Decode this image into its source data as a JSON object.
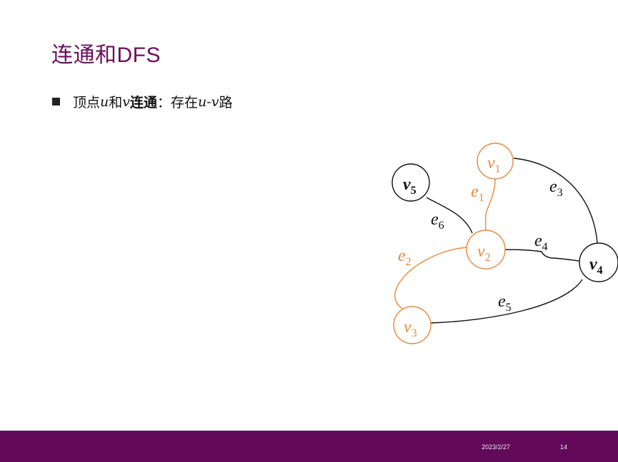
{
  "title": {
    "prefix": "连通和",
    "suffix": "DFS"
  },
  "bullet": {
    "t1": "顶点",
    "u": "u",
    "t2": "和",
    "v": "v",
    "bold": "连通",
    "t3": "：存在",
    "uv": "u-v",
    "t4": "路"
  },
  "graph": {
    "colors": {
      "highlight": "#e58a3c",
      "normal": "#111111"
    },
    "nodes": [
      {
        "id": "v1",
        "base": "v",
        "sub": "1",
        "color": "highlight"
      },
      {
        "id": "v2",
        "base": "v",
        "sub": "2",
        "color": "highlight"
      },
      {
        "id": "v3",
        "base": "v",
        "sub": "3",
        "color": "highlight"
      },
      {
        "id": "v4",
        "base": "v",
        "sub": "4",
        "color": "normal"
      },
      {
        "id": "v5",
        "base": "v",
        "sub": "5",
        "color": "normal"
      }
    ],
    "edges": [
      {
        "id": "e1",
        "base": "e",
        "sub": "1",
        "from": "v1",
        "to": "v2",
        "color": "highlight"
      },
      {
        "id": "e2",
        "base": "e",
        "sub": "2",
        "from": "v2",
        "to": "v3",
        "color": "highlight"
      },
      {
        "id": "e3",
        "base": "e",
        "sub": "3",
        "from": "v1",
        "to": "v4",
        "color": "normal"
      },
      {
        "id": "e4",
        "base": "e",
        "sub": "4",
        "from": "v2",
        "to": "v4",
        "color": "normal"
      },
      {
        "id": "e5",
        "base": "e",
        "sub": "5",
        "from": "v3",
        "to": "v4",
        "color": "normal"
      },
      {
        "id": "e6",
        "base": "e",
        "sub": "6",
        "from": "v5",
        "to": "v2",
        "color": "normal"
      }
    ]
  },
  "footer": {
    "date": "2023/2/27",
    "page": "14"
  }
}
